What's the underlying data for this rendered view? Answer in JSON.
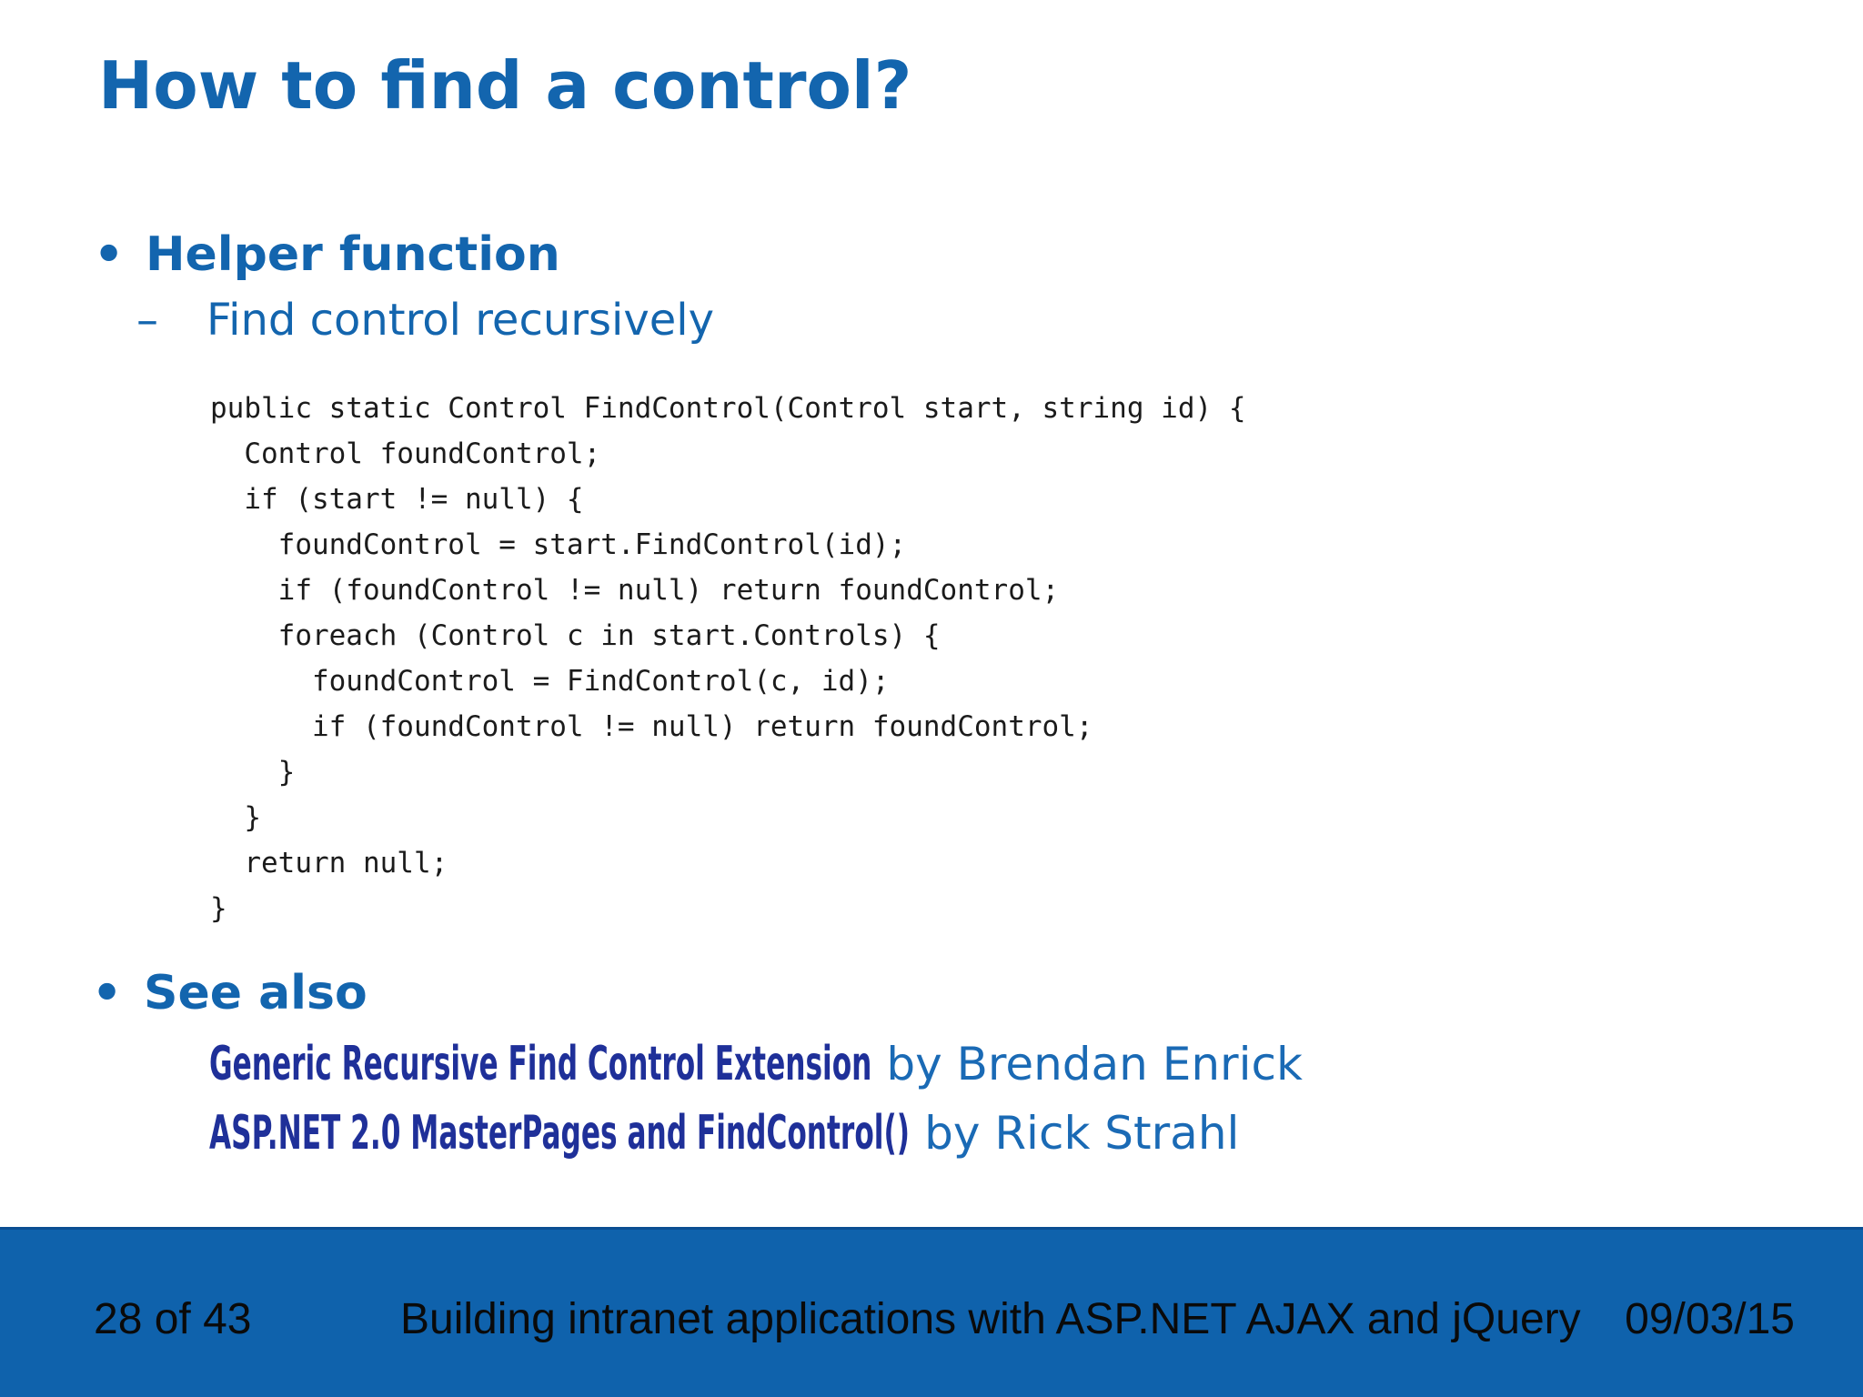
{
  "slide": {
    "title": "How to find a control?",
    "bullet_glyph": "•",
    "dash_glyph": "–",
    "bullets": [
      {
        "label": "Helper function"
      },
      {
        "label": "See also"
      }
    ],
    "sub_bullet": "Find control recursively",
    "code_lines": [
      "public static Control FindControl(Control start, string id) {",
      "  Control foundControl;",
      "  if (start != null) {",
      "    foundControl = start.FindControl(id);",
      "    if (foundControl != null) return foundControl;",
      "    foreach (Control c in start.Controls) {",
      "      foundControl = FindControl(c, id);",
      "      if (foundControl != null) return foundControl;",
      "    }",
      "  }",
      "  return null;",
      "}"
    ],
    "links": [
      {
        "title": "Generic Recursive Find Control Extension",
        "byline": "by Brendan Enrick"
      },
      {
        "title": "ASP.NET 2.0 MasterPages and FindControl()",
        "byline": "by Rick Strahl"
      }
    ]
  },
  "footer": {
    "page": "28 of 43",
    "deck_title": "Building intranet applications with ASP.NET AJAX and jQuery",
    "date": "09/03/15"
  },
  "colors": {
    "heading_blue": "#1365AE",
    "link_navy": "#1F3099",
    "byline_blue": "#1A6AB5",
    "footer_bar_blue": "#0F62AC",
    "footer_bar_border": "#0B4E92",
    "code_text": "#1b1b1b",
    "footer_text": "#0a0a0a",
    "background": "#ffffff"
  }
}
